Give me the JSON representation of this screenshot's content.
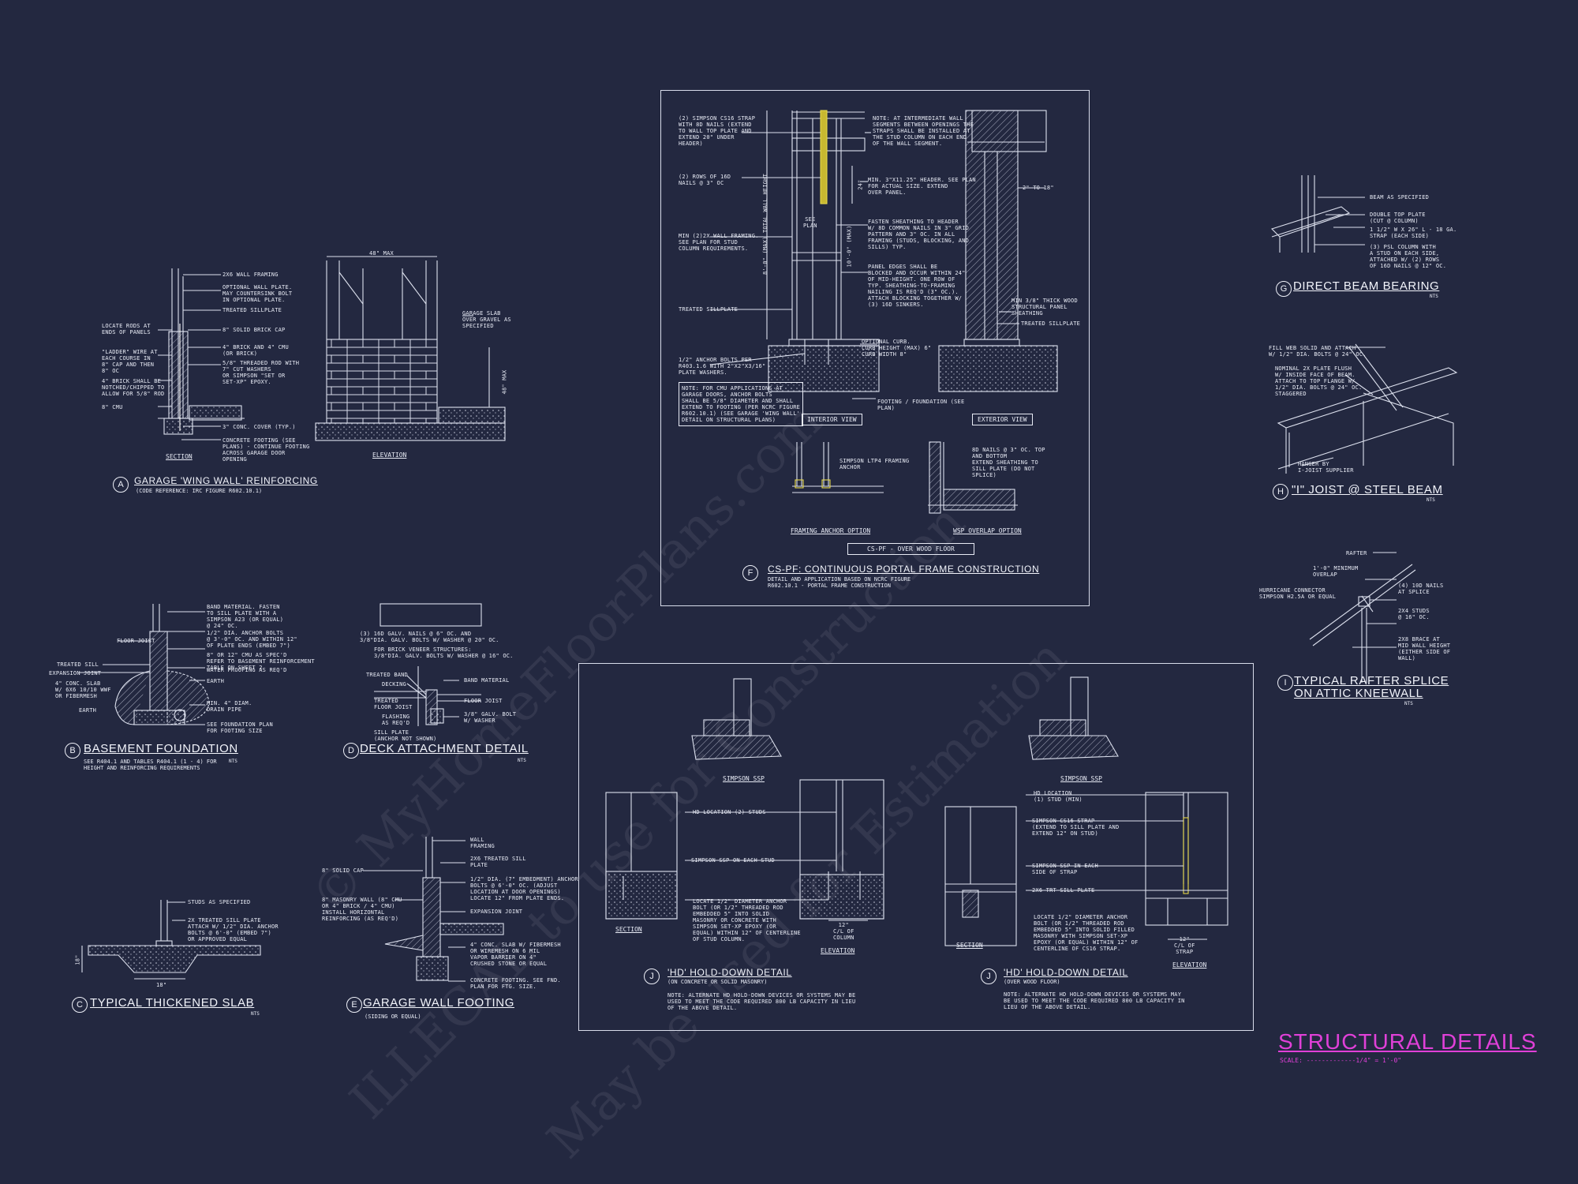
{
  "sheet": {
    "title": "STRUCTURAL DETAILS",
    "scale_text": "SCALE: -------------1/4\" = 1'-0\"",
    "title_color": "#e040d8",
    "background": "#232840"
  },
  "watermark": {
    "line1": "© MyHomeFloorPlans.com",
    "line2": "ILLEGAL to use for Construction",
    "line3": "May be used for Estimation"
  },
  "details": {
    "A": {
      "letter": "A",
      "title": "GARAGE 'WING WALL' REINFORCING",
      "subtitle": "(CODE REFERENCE: IRC FIGURE R602.10.1)",
      "section_label": "SECTION",
      "elevation_label": "ELEVATION",
      "dim_width": "48\" MAX",
      "dim_height": "48\" MAX",
      "notes": [
        "2x6 WALL FRAMING",
        "OPTIONAL WALL PLATE.\nMAY COUNTERSINK BOLT\nIN OPTIONAL PLATE.",
        "TREATED SILLPLATE",
        "8\" SOLID BRICK CAP",
        "4\" BRICK AND 4\" CMU\n(OR BRICK)",
        "5/8\" THREADED ROD WITH\n7\" CUT WASHERS\nOR SIMPSON \"SET OR\nSET-XP\" EPOXY.",
        "3\" CONC. COVER (TYP.)",
        "CONCRETE FOOTING (SEE\nPLANS) - CONTINUE FOOTING\nACROSS GARAGE DOOR\nOPENING",
        "GARAGE SLAB\nOVER GRAVEL AS\nSPECIFIED"
      ],
      "left_notes": [
        "LOCATE RODS AT\nENDS OF PANELS",
        "\"LADDER\" WIRE AT\nEACH COURSE IN\n8\" CAP AND THEN\n8\" OC",
        "4\" BRICK SHALL BE\nNOTCHED/CHIPPED TO\nALLOW FOR 5/8\" ROD",
        "8\" CMU"
      ]
    },
    "B": {
      "letter": "B",
      "title": "BASEMENT FOUNDATION",
      "subtitle": "SEE R404.1 AND TABLES R404.1 (1 - 4) FOR\nHEIGHT AND REINFORCING REQUIREMENTS",
      "nts": "NTS",
      "notes": [
        "BAND MATERIAL. FASTEN\nTO SILL PLATE WITH A\nSIMPSON A23 (OR EQUAL)\n@ 24\" OC.",
        "1/2\" DIA. ANCHOR BOLTS\n@ 3'-0\" OC. AND WITHIN 12\"\nOF PLATE ENDS (EMBED 7\")",
        "8\" OR 12\" CMU AS SPEC'D\nREFER TO BASEMENT REINFORCEMENT\nTABLE ON SHEET 2",
        "WATER PROOFING AS REQ'D",
        "EARTH",
        "MIN. 4\" DIAM.\nDRAIN PIPE",
        "SEE FOUNDATION PLAN\nFOR FOOTING SIZE"
      ],
      "left_notes": [
        "FLOOR JOIST",
        "TREATED SILL",
        "EXPANSION JOINT",
        "4\" CONC. SLAB\nw/ 6x6 10/10 WWF\nOR FIBERMESH",
        "EARTH"
      ]
    },
    "C": {
      "letter": "C",
      "title": "TYPICAL THICKENED SLAB",
      "nts": "NTS",
      "notes": [
        "STUDS AS SPECIFIED",
        "2x TREATED SILL PLATE\nATTACH w/ 1/2\" DIA. ANCHOR\nBOLTS @ 6'-0\" (EMBED 7\")\nOR APPROVED EQUAL"
      ],
      "dim_width": "18\"",
      "dim_height": "18\""
    },
    "D": {
      "letter": "D",
      "title": "DECK ATTACHMENT DETAIL",
      "nts": "NTS",
      "notes": [
        "(3) 16d GALV. NAILS @ 6\" OC. AND\n3/8\"DIA. GALV. BOLTS W/ WASHER @ 20\" OC.",
        "FOR BRICK VENEER STRUCTURES:\n3/8\"DIA. GALV. BOLTS W/ WASHER @ 16\" OC.",
        "BAND MATERIAL",
        "FLOOR JOIST",
        "3/8\" GALV. BOLT\nW/ WASHER"
      ],
      "left_notes": [
        "TREATED BAND",
        "DECKING",
        "TREATED\nFLOOR JOIST",
        "FLASHING\nAS REQ'D",
        "SILL PLATE\n(ANCHOR NOT SHOWN)"
      ]
    },
    "E": {
      "letter": "E",
      "title": "GARAGE WALL FOOTING",
      "subtitle": "(SIDING OR EQUAL)",
      "notes": [
        "WALL\nFRAMING",
        "2x6 TREATED SILL\nPLATE",
        "1/2\" DIA. (7\" EMBEDMENT) ANCHOR\nBOLTS @ 6'-0\" OC. (ADJUST\nLOCATION AT DOOR OPENINGS)\nLOCATE 12\" FROM PLATE ENDS.",
        "EXPANSION JOINT",
        "4\" CONC. SLAB w/ FIBERMESH\nOR WIREMESH ON 6 MIL\nVAPOR BARRIER ON 4\"\nCRUSHED STONE OR EQUAL",
        "CONCRETE FOOTING. SEE FND.\nPLAN FOR FTG. SIZE."
      ],
      "left_notes": [
        "8\" SOLID CAP",
        "8\" MASONRY WALL (8\" CMU\nOR 4\" BRICK / 4\" CMU)\nINSTALL HORIZONTAL\nREINFORCING (AS REQ'D)"
      ]
    },
    "F": {
      "letter": "F",
      "title": "CS-PF: CONTINUOUS PORTAL FRAME CONSTRUCTION",
      "subtitle": "DETAIL AND APPLICATION BASED ON NCRC FIGURE\nR602.10.1 - PORTAL FRAME CONSTRUCTION",
      "interior_view": "INTERIOR VIEW",
      "exterior_view": "EXTERIOR VIEW",
      "framing_anchor": "FRAMING ANCHOR OPTION",
      "wsp_overlap": "WSP OVERLAP OPTION",
      "box_label": "CS-PF - OVER WOOD FLOOR",
      "see_plan": "SEE\nPLAN",
      "dim_2to18": "2\" TO 18\"",
      "dim_max": "10'-0\" (MAX)",
      "dim_height": "8'-0\" (MAX) TOTAL WALL HEIGHT",
      "dim_24": "24\"",
      "left_notes": [
        "(2) SIMPSON CS16 STRAP\nWITH 8d NAILS (EXTEND\nTO WALL TOP PLATE AND\nEXTEND 20\" UNDER\nHEADER)",
        "(2) ROWS OF 16d\nNAILS @ 3\" OC",
        "MIN (2)2X WALL FRAMING.\nSEE PLAN FOR STUD\nCOLUMN REQUIREMENTS.",
        "TREATED SILLPLATE",
        "1/2\" ANCHOR BOLTS PER\nR403.1.6 WITH 2\"x2\"x3/16\"\nPLATE WASHERS."
      ],
      "right_notes": [
        "NOTE: AT INTERMEDIATE WALL\nSEGMENTS BETWEEN OPENINGS THE\nSTRAPS SHALL BE INSTALLED AT\nTHE STUD COLUMN ON EACH END\nOF THE WALL SEGMENT.",
        "MIN. 3\"x11.25\" HEADER. SEE PLAN\nFOR ACTUAL SIZE. EXTEND\nOVER PANEL.",
        "FASTEN SHEATHING TO HEADER\nw/ 8d COMMON NAILS IN 3\" GRID\nPATTERN AND 3\" OC. IN ALL\nFRAMING (STUDS, BLOCKING, AND\nSILLS) TYP.",
        "PANEL EDGES SHALL BE\nBLOCKED AND OCCUR WITHIN 24\"\nOF MID-HEIGHT. ONE ROW OF\nTYP. SHEATHING-TO-FRAMING\nNAILING IS REQ'D (3\" OC.).\nATTACH BLOCKING TOGETHER w/\n(3) 16d SINKERS.",
        "MIN 3/8\" THICK WOOD\nSTRUCTURAL PANEL\nSHEATHING",
        "TREATED SILLPLATE",
        "OPTIONAL CURB.\nCURB HEIGHT (MAX) 6\"\nCURB WIDTH 8\"",
        "FOOTING / FOUNDATION (SEE\nPLAN)"
      ],
      "cmu_note": "NOTE: FOR CMU APPLICATIONS AT\nGARAGE DOORS, ANCHOR BOLTS\nSHALL BE 5/8\" DIAMETER AND SHALL\nEXTEND TO FOOTING (PER NCRC FIGURE\nR602.10.1) (SEE GARAGE 'WING WALL'\nDETAIL ON STRUCTURAL PLANS)",
      "anchor_note": "SIMPSON LTP4 FRAMING\nANCHOR",
      "overlap_note": "8d NAILS @ 3\" OC. TOP\nAND BOTTOM\nEXTEND SHEATHING TO\nSILL PLATE (DO NOT\nSPLICE)"
    },
    "G": {
      "letter": "G",
      "title": "DIRECT BEAM BEARING",
      "nts": "NTS",
      "notes": [
        "BEAM AS SPECIFIED",
        "DOUBLE TOP PLATE\n(CUT @ COLUMN)",
        "1 1/2\" W x 26\" L - 18 GA.\nSTRAP (EACH SIDE)",
        "(3) PSL COLUMN WITH\nA STUD ON EACH SIDE,\nATTACHED W/ (2) ROWS\nOF 16d NAILS @ 12\" OC."
      ]
    },
    "H": {
      "letter": "H",
      "title": "\"I\" JOIST @ STEEL BEAM",
      "nts": "NTS",
      "notes": [
        "FILL WEB SOLID AND ATTACH\nW/ 1/2\" DIA. BOLTS @ 24\" OC.",
        "NOMINAL 2x PLATE FLUSH\nW/ INSIDE FACE OF BEAM.\nATTACH TO TOP FLANGE W/\n1/2\" DIA. BOLTS @ 24\" OC.\nSTAGGERED",
        "HANGER BY\nI-JOIST SUPPLIER"
      ]
    },
    "I": {
      "letter": "I",
      "title": "TYPICAL RAFTER SPLICE",
      "title2": "ON ATTIC KNEEWALL",
      "nts": "NTS",
      "notes": [
        "RAFTER",
        "1'-0\" MINIMUM\nOVERLAP",
        "HURRICANE CONNECTOR\nSIMPSON H2.5A OR EQUAL",
        "(4) 10d NAILS\nAT SPLICE",
        "2x4 STUDS\n@ 16\" OC.",
        "2x8 BRACE AT\nMID WALL HEIGHT\n(EITHER SIDE OF\nWALL)"
      ]
    },
    "J1": {
      "letter": "J",
      "title": "'HD' HOLD-DOWN DETAIL",
      "subtitle": "(ON CONCRETE OR SOLID MASONRY)",
      "note": "NOTE: ALTERNATE HD HOLD-DOWN DEVICES OR SYSTEMS MAY BE\nUSED TO MEET THE CODE REQUIRED 800 LB CAPACITY IN LIEU\nOF THE ABOVE DETAIL.",
      "simpson": "SIMPSON SSP",
      "section": "SECTION",
      "elevation": "ELEVATION",
      "dim": "12\"\nC/L OF\nCOLUMN",
      "callouts": [
        "HD LOCATION (2) STUDS",
        "SIMPSON SSP ON EACH STUD",
        "LOCATE 1/2\" DIAMETER ANCHOR\nBOLT (OR 1/2\" THREADED ROD\nEMBEDDED 5\" INTO SOLID\nMASONRY OR CONCRETE WITH\nSIMPSON SET-XP EPOXY (OR\nEQUAL) WITHIN 12\" OF CENTERLINE\nOF STUD COLUMN."
      ]
    },
    "J2": {
      "letter": "J",
      "title": "'HD' HOLD-DOWN DETAIL",
      "subtitle": "(OVER WOOD FLOOR)",
      "note": "NOTE: ALTERNATE HD HOLD-DOWN DEVICES OR SYSTEMS MAY\nBE USED TO MEET THE CODE REQUIRED 800 LB CAPACITY IN\nLIEU OF THE ABOVE DETAIL.",
      "simpson": "SIMPSON SSP",
      "section": "SECTION",
      "elevation": "ELEVATION",
      "dim": "12\"\nC/L OF\nSTRAP",
      "callouts": [
        "HD LOCATION\n(1) STUD (MIN)",
        "SIMPSON CS16 STRAP\n(EXTEND TO SILL PLATE AND\nEXTEND 12\" ON STUD)",
        "SIMPSON SSP IN EACH\nSIDE OF STRAP",
        "2x6 TRT SILL PLATE",
        "LOCATE 1/2\" DIAMETER ANCHOR\nBOLT (OR 1/2\" THREADED ROD\nEMBEDDED 5\" INTO SOLID FILLED\nMASONRY WITH SIMPSON SET-XP\nEPOXY (OR EQUAL) WITHIN 12\" OF\nCENTERLINE OF CS16 STRAP."
      ]
    }
  }
}
